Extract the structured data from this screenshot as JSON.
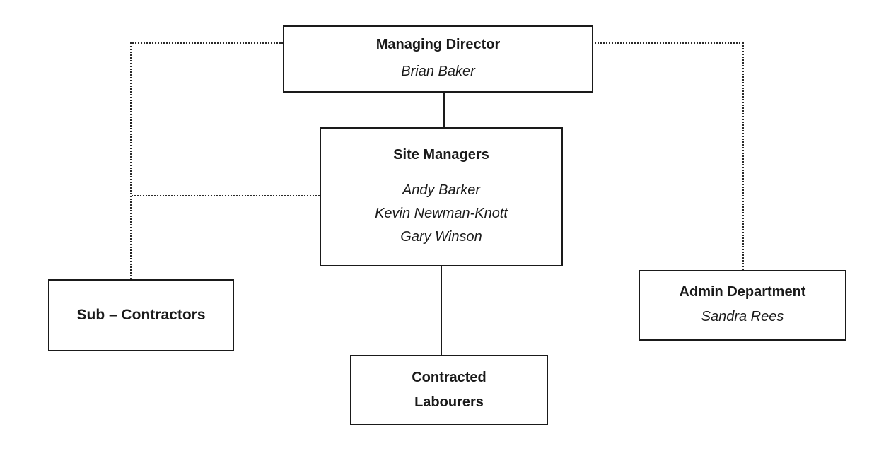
{
  "diagram": {
    "type": "org-chart",
    "background_color": "#ffffff",
    "box_border_color": "#1a1a1a",
    "text_color": "#1a1a1a",
    "nodes": [
      {
        "id": "managing-director",
        "title": "Managing Director",
        "names": [
          "Brian Baker"
        ]
      },
      {
        "id": "site-managers",
        "title": "Site Managers",
        "names": [
          "Andy Barker",
          "Kevin Newman-Knott",
          "Gary Winson"
        ]
      },
      {
        "id": "sub-contractors",
        "title": "Sub – Contractors",
        "names": []
      },
      {
        "id": "admin-department",
        "title": "Admin Department",
        "names": [
          "Sandra Rees"
        ]
      },
      {
        "id": "contracted-labourers",
        "title_lines": [
          "Contracted",
          "Labourers"
        ],
        "names": []
      }
    ],
    "connections": [
      {
        "from": "managing-director",
        "to": "site-managers",
        "style": "solid"
      },
      {
        "from": "site-managers",
        "to": "contracted-labourers",
        "style": "solid"
      },
      {
        "from": "managing-director",
        "to": "sub-contractors",
        "style": "dotted"
      },
      {
        "from": "site-managers",
        "to": "sub-contractors",
        "style": "dotted"
      },
      {
        "from": "managing-director",
        "to": "admin-department",
        "style": "dotted"
      }
    ]
  }
}
